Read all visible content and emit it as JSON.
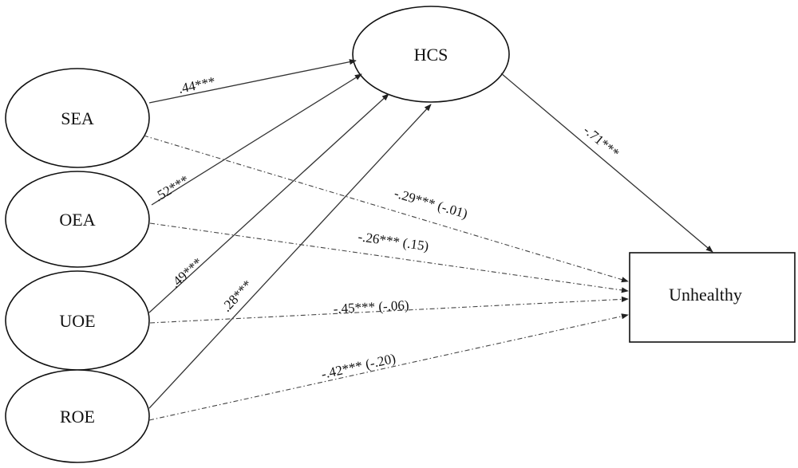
{
  "nodes": {
    "sea": "SEA",
    "oea": "OEA",
    "uoe": "UOE",
    "roe": "ROE",
    "hcs": "HCS",
    "unhealthy": "Unhealthy"
  },
  "paths": {
    "sea_hcs": ".44***",
    "oea_hcs": ".52***",
    "uoe_hcs": ".49***",
    "roe_hcs": ".28***",
    "hcs_unhealthy": "-.71***",
    "sea_unhealthy": "-.29*** (-.01)",
    "oea_unhealthy": "-.26*** (.15)",
    "uoe_unhealthy": "-.45*** (-.06)",
    "roe_unhealthy": "-.42*** (-.20)"
  }
}
